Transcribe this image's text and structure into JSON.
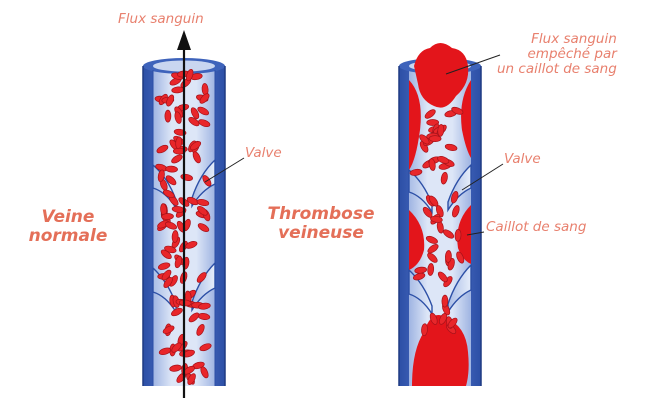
{
  "labels": {
    "flow_top": "Flux sanguin",
    "valve_left": "Valve",
    "normal_line1": "Veine",
    "normal_line2": "normale",
    "thrombosis_line1": "Thrombose",
    "thrombosis_line2": "veineuse",
    "blocked_line1": "Flux sanguin",
    "blocked_line2": "empêché par",
    "blocked_line3": "un caillot de sang",
    "valve_right": "Valve",
    "clot": "Caillot de sang"
  },
  "colors": {
    "blood_cell": "#e8262a",
    "clot": "#e3151b",
    "vein_outer": "#3b5fb5",
    "vein_inner": "#c3d1ee",
    "label_accent": "#e46f58"
  },
  "icons": {
    "flow_arrow": "arrow-up-icon"
  }
}
